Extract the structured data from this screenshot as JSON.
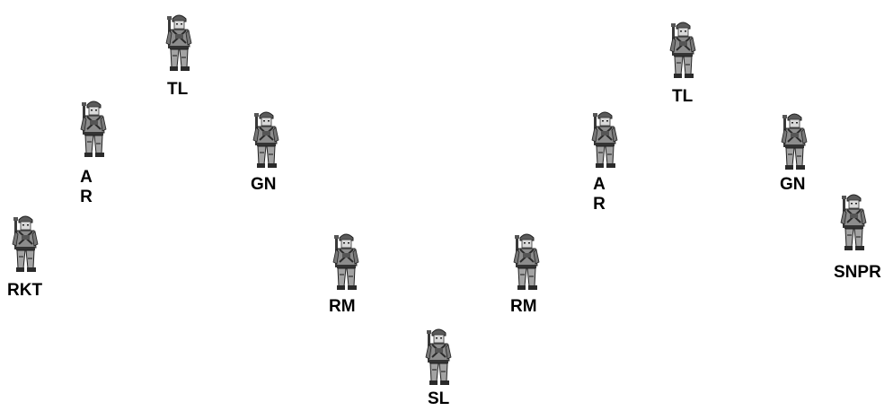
{
  "formation": {
    "soldiers": [
      {
        "id": "rkt",
        "label": "RKT",
        "icon": "soldier-icon"
      },
      {
        "id": "ar-1",
        "label": "A\nR",
        "icon": "soldier-icon"
      },
      {
        "id": "tl-1",
        "label": "TL",
        "icon": "soldier-icon"
      },
      {
        "id": "gn-1",
        "label": "GN",
        "icon": "soldier-icon"
      },
      {
        "id": "rm-1",
        "label": "RM",
        "icon": "soldier-icon"
      },
      {
        "id": "sl",
        "label": "SL",
        "icon": "soldier-icon"
      },
      {
        "id": "rm-2",
        "label": "RM",
        "icon": "soldier-icon"
      },
      {
        "id": "ar-2",
        "label": "A\nR",
        "icon": "soldier-icon"
      },
      {
        "id": "tl-2",
        "label": "TL",
        "icon": "soldier-icon"
      },
      {
        "id": "gn-2",
        "label": "GN",
        "icon": "soldier-icon"
      },
      {
        "id": "snpr",
        "label": "SNPR",
        "icon": "soldier-icon"
      }
    ]
  }
}
